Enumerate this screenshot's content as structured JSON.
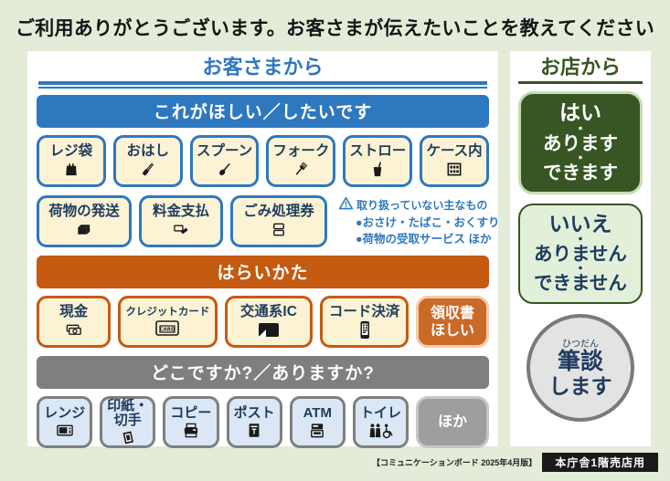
{
  "page": {
    "title": "ご利用ありがとうございます。お客さまが伝えたいことを教えてください",
    "background_color": "#e2ecd8"
  },
  "customer_panel": {
    "title": "お客さまから",
    "accent_color": "#2e78bf",
    "text_color": "#1f3b5e",
    "sections": [
      {
        "id": "want",
        "banner": "これがほしい／したいです",
        "banner_color": "#2e78bf",
        "button_border": "#2e78bf",
        "button_bg": "#fcf3d4",
        "rows": [
          {
            "buttons": [
              {
                "label": "レジ袋",
                "icon": "shopping-bag-icon"
              },
              {
                "label": "おはし",
                "icon": "chopsticks-icon"
              },
              {
                "label": "スプーン",
                "icon": "spoon-icon"
              },
              {
                "label": "フォーク",
                "icon": "fork-icon"
              },
              {
                "label": "ストロー",
                "icon": "straw-cup-icon"
              },
              {
                "label": "ケース内",
                "icon": "display-case-icon"
              }
            ]
          },
          {
            "buttons": [
              {
                "label": "荷物の発送",
                "icon": "package-icon"
              },
              {
                "label": "料金支払",
                "icon": "bill-payment-icon"
              },
              {
                "label": "ごみ処理券",
                "icon": "tickets-icon"
              }
            ],
            "notice": {
              "icon": "warning-icon",
              "title": "取り扱っていない主なもの",
              "items": [
                "●おさけ・たばこ・おくすり",
                "●荷物の受取サービス ほか"
              ],
              "color": "#2e78bf"
            }
          }
        ]
      },
      {
        "id": "payment",
        "banner": "はらいかた",
        "banner_color": "#c55a11",
        "button_border": "#c55a11",
        "button_bg": "#fcf3d4",
        "rows": [
          {
            "buttons": [
              {
                "label": "現金",
                "icon": "cash-icon"
              },
              {
                "label": "クレジットカード",
                "icon": "credit-card-icon",
                "small_label": true
              },
              {
                "label": "交通系IC",
                "icon": "ic-card-icon"
              },
              {
                "label": "コード決済",
                "icon": "code-payment-icon"
              }
            ],
            "special": {
              "name": "receipt-request-button",
              "lines": [
                "領収書",
                "ほしい"
              ],
              "bg": "#ca6a29",
              "border": "#f3cda4",
              "text_color": "#ffffff"
            }
          }
        ]
      },
      {
        "id": "where",
        "banner": "どこですか?／ありますか?",
        "banner_color": "#7f7f7f",
        "button_border": "#7f7f7f",
        "button_bg": "#dbe7f4",
        "rows": [
          {
            "buttons": [
              {
                "label": "レンジ",
                "icon": "microwave-icon"
              },
              {
                "label": "印紙・切手",
                "icon": "stamp-icon"
              },
              {
                "label": "コピー",
                "icon": "copier-icon"
              },
              {
                "label": "ポスト",
                "icon": "postbox-icon"
              },
              {
                "label": "ATM",
                "icon": "atm-icon"
              },
              {
                "label": "トイレ",
                "icon": "toilet-icon"
              }
            ],
            "special": {
              "name": "other-button",
              "lines": [
                "ほか"
              ],
              "bg": "#9e9e9e",
              "border": "#c6c6c6",
              "text_color": "#ffffff"
            }
          }
        ]
      }
    ]
  },
  "shop_panel": {
    "title": "お店から",
    "accent_color": "#375623",
    "yes_button": {
      "lines": [
        "はい",
        "・",
        "あります",
        "・",
        "できます"
      ],
      "bg": "#375623",
      "text_color": "#ffffff"
    },
    "no_button": {
      "lines": [
        "いいえ",
        "・",
        "ありません",
        "・",
        "できません"
      ],
      "bg": "#e2efd9",
      "border": "#375623",
      "text_color": "#1f3b5e"
    },
    "writing_button": {
      "furigana": "ひつだん",
      "line1": "筆談",
      "line2": "します",
      "bg": "#e3e3e3",
      "border": "#7a7a7a"
    }
  },
  "footer": {
    "version": "【コミュニケーションボード 2025年4月版】",
    "badge": "本庁舎1階売店用"
  }
}
